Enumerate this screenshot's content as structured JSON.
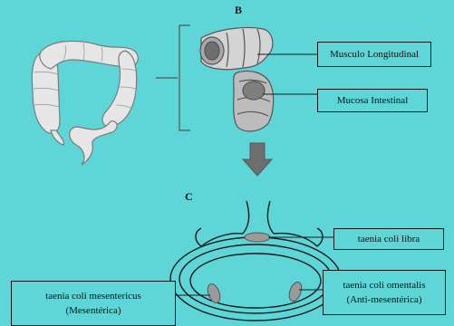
{
  "panels": {
    "b": "B",
    "c": "C"
  },
  "labels": {
    "musculo_longitudinal": "Musculo Longitudinal",
    "mucosa_intestinal": "Mucosa Intestinal",
    "taenia_coli_libra": "taenia coli libra",
    "taenia_coli_mesentericus": "taenia coli mesentericus",
    "mesenterica": "(Mesentérica)",
    "taenia_coli_omentalis": "taenia coli omentalis",
    "anti_mesenterica": "(Anti-mesentérica)"
  },
  "colors": {
    "background": "#5ed6d8",
    "line": "#1a1a1a",
    "tissue": "#d9d9d9",
    "tissue_dark": "#8c8c8c",
    "arrow": "#6e6e6e"
  }
}
